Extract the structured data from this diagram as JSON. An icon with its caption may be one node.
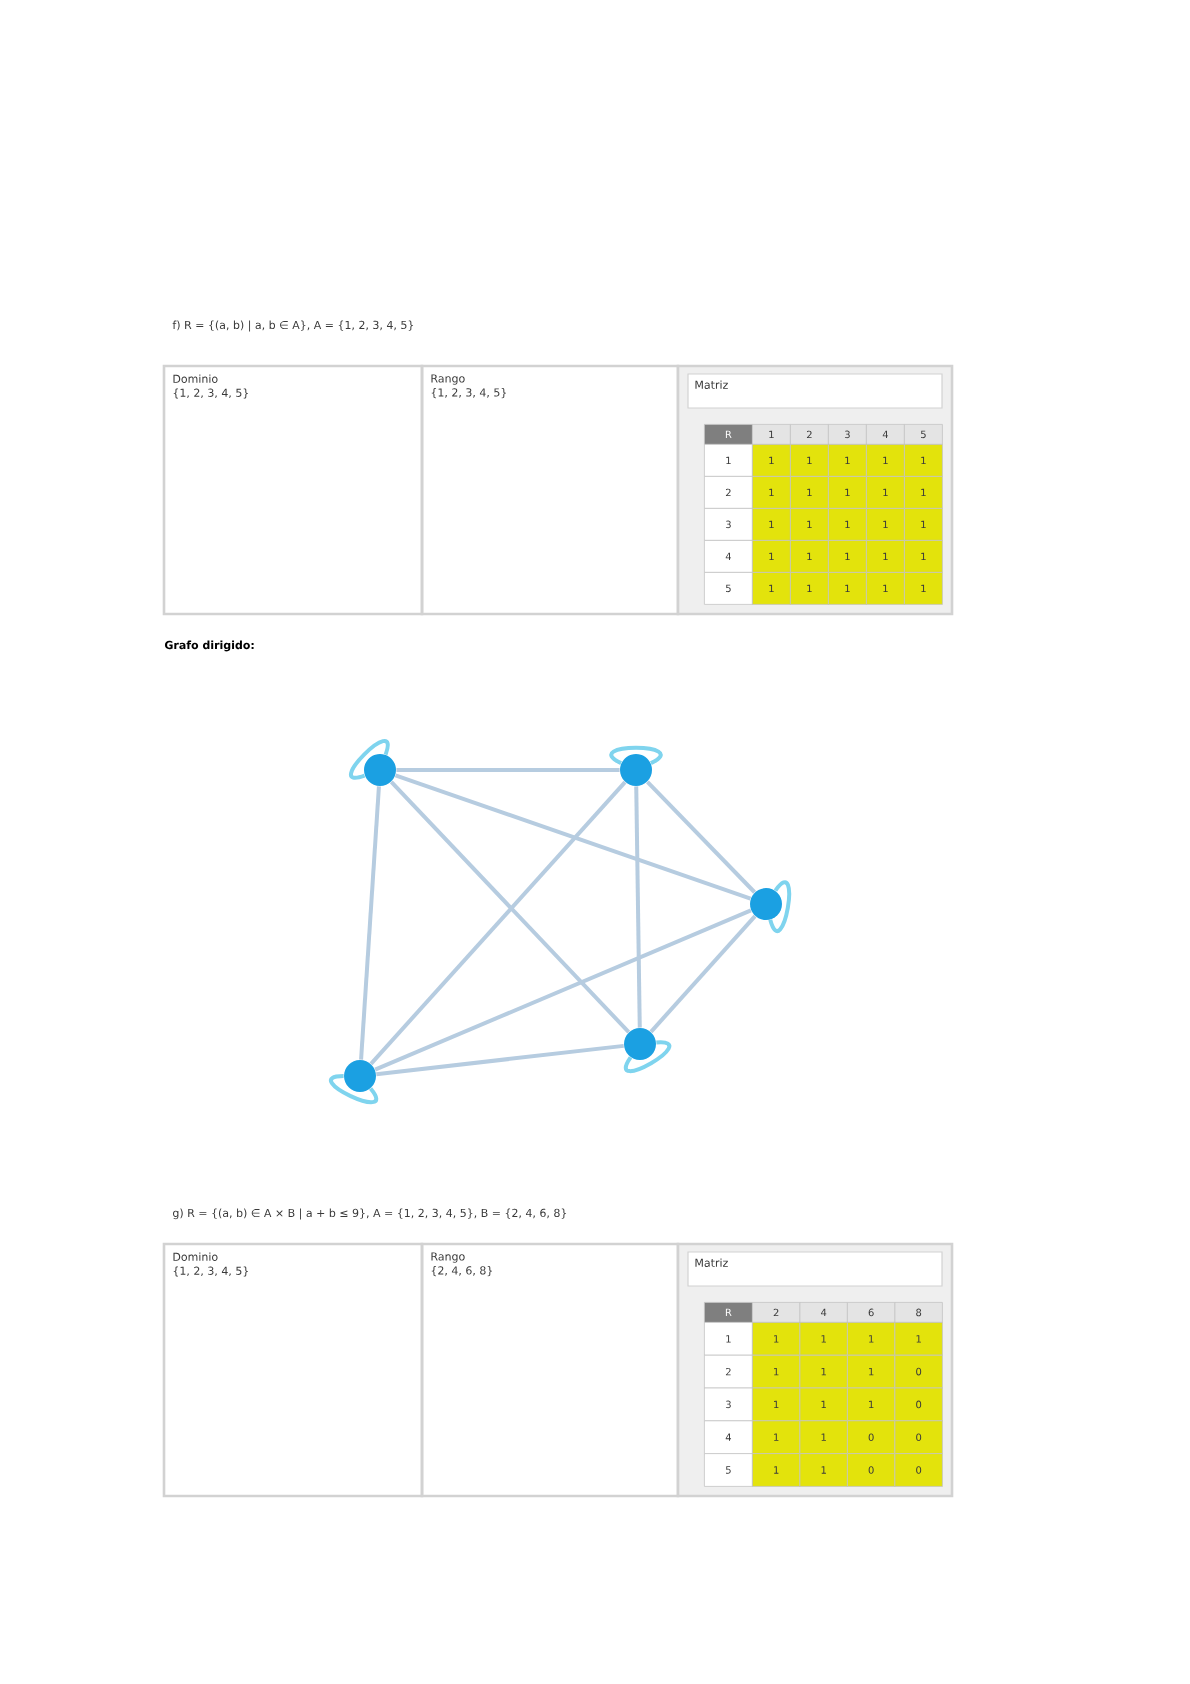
{
  "diagram": {
    "nodes": [
      {
        "text": [],
        "shape": "circle"
      },
      {
        "text": [],
        "shape": "circle"
      },
      {
        "text": [],
        "shape": "circle"
      },
      {
        "text": [],
        "shape": "circle"
      },
      {
        "text": [],
        "shape": "circle"
      }
    ],
    "edges": [
      {
        "from": 0,
        "to": 1,
        "arrow": "none"
      },
      {
        "from": 0,
        "to": 2,
        "arrow": "none"
      },
      {
        "from": 0,
        "to": 3,
        "arrow": "none"
      },
      {
        "from": 0,
        "to": 4,
        "arrow": "none"
      },
      {
        "from": 1,
        "to": 2,
        "arrow": "none"
      },
      {
        "from": 1,
        "to": 3,
        "arrow": "none"
      },
      {
        "from": 1,
        "to": 4,
        "arrow": "none"
      },
      {
        "from": 2,
        "to": 3,
        "arrow": "none"
      },
      {
        "from": 2,
        "to": 4,
        "arrow": "none"
      },
      {
        "from": 3,
        "to": 4,
        "arrow": "none"
      },
      {
        "from": 0,
        "to": 0,
        "arrow": "none",
        "color": "#7fd4ee"
      },
      {
        "from": 1,
        "to": 1,
        "arrow": "none",
        "color": "#7fd4ee"
      },
      {
        "from": 2,
        "to": 2,
        "arrow": "none",
        "color": "#7fd4ee"
      },
      {
        "from": 3,
        "to": 3,
        "arrow": "none",
        "color": "#7fd4ee"
      },
      {
        "from": 4,
        "to": 4,
        "arrow": "none",
        "color": "#7fd4ee"
      }
    ],
    "labels": [
      "f) R = {(a, b) | a, b ∈ A}, A = {1, 2, 3, 4, 5}",
      "Dominio",
      "{1, 2, 3, 4, 5}",
      "Rango",
      "{1, 2, 3, 4, 5}",
      "Matriz",
      "R",
      "1",
      "2",
      "3",
      "4",
      "5",
      "1",
      "1",
      "1",
      "1",
      "1",
      "1",
      "2",
      "1",
      "1",
      "1",
      "1",
      "1",
      "3",
      "1",
      "1",
      "1",
      "1",
      "1",
      "4",
      "1",
      "1",
      "1",
      "1",
      "1",
      "5",
      "1",
      "1",
      "1",
      "1",
      "1",
      "Grafo dirigido:",
      "g) R = {(a, b) ∈ A × B | a + b ≤ 9}, A = {1, 2, 3, 4, 5}, B = {2, 4, 6, 8}",
      "Dominio",
      "{1, 2, 3, 4, 5}",
      "Rango",
      "{2, 4, 6, 8}",
      "Matriz",
      "R",
      "2",
      "4",
      "6",
      "8",
      "1",
      "1",
      "1",
      "1",
      "1",
      "2",
      "1",
      "1",
      "1",
      "0",
      "3",
      "1",
      "1",
      "1",
      "0",
      "4",
      "1",
      "1",
      "0",
      "0",
      "5",
      "1",
      "1",
      "0",
      "0"
    ]
  }
}
